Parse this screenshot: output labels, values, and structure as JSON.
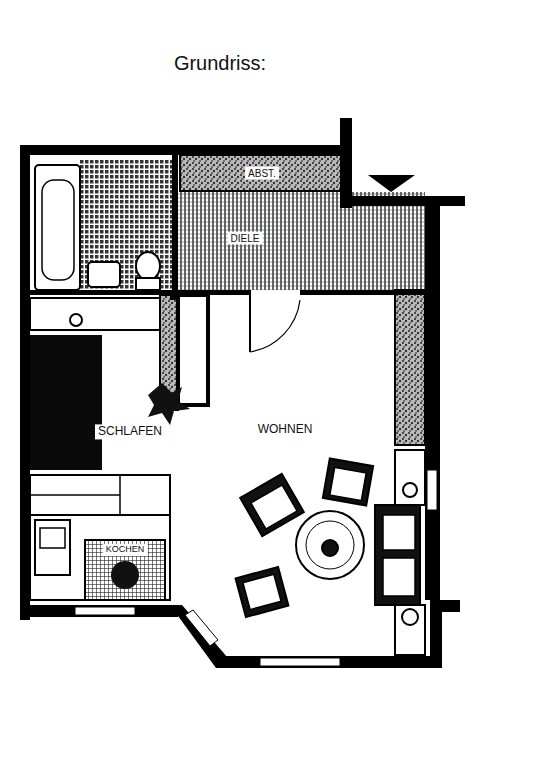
{
  "diagram": {
    "title": "Grundriss:",
    "labels": [
      "ABST.",
      "DIELE",
      "SCHLAFEN",
      "WOHNEN",
      "KOCHEN"
    ]
  }
}
